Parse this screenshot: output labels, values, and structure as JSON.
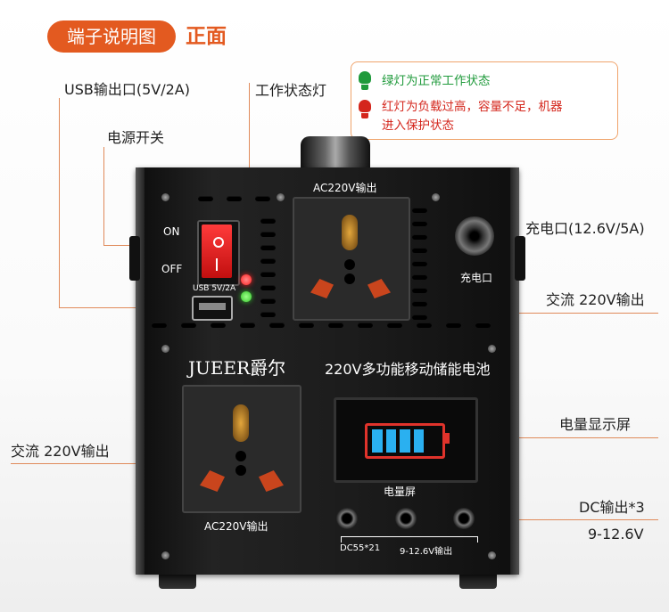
{
  "header": {
    "tag": "端子说明图",
    "side": "正面"
  },
  "callouts": {
    "usb_port": "USB输出口(5V/2A)",
    "status_light": "工作状态灯",
    "power_switch": "电源开关",
    "charge_port": "充电口(12.6V/5A)",
    "ac_out_top": "交流 220V输出",
    "ac_out_left": "交流 220V输出",
    "battery_screen": "电量显示屏",
    "dc_out_title": "DC输出*3",
    "dc_out_range": "9-12.6V"
  },
  "legend": {
    "green_text": "绿灯为正常工作状态",
    "red_text_1": "红灯为负载过高，容量不足，机器",
    "red_text_2": "进入保护状态"
  },
  "device": {
    "ac_top_label": "AC220V输出",
    "switch_on": "ON",
    "switch_off": "OFF",
    "usb_label": "USB 5V/2A",
    "charge_label": "充电口",
    "brand": "JUEER爵尔",
    "product": "220V多功能移动储能电池",
    "screen_label": "电量屏",
    "ac_bottom_label": "AC220V输出",
    "dc_label_1": "DC55*21",
    "dc_label_2": "9-12.6V输出",
    "battery_level_bars": 4,
    "battery_total_bars": 5
  },
  "colors": {
    "accent": "#e35a20",
    "green_led": "#35c62b",
    "red_led": "#ff2020",
    "battery": "#2ab0f0",
    "battery_frame": "#e0332b"
  }
}
